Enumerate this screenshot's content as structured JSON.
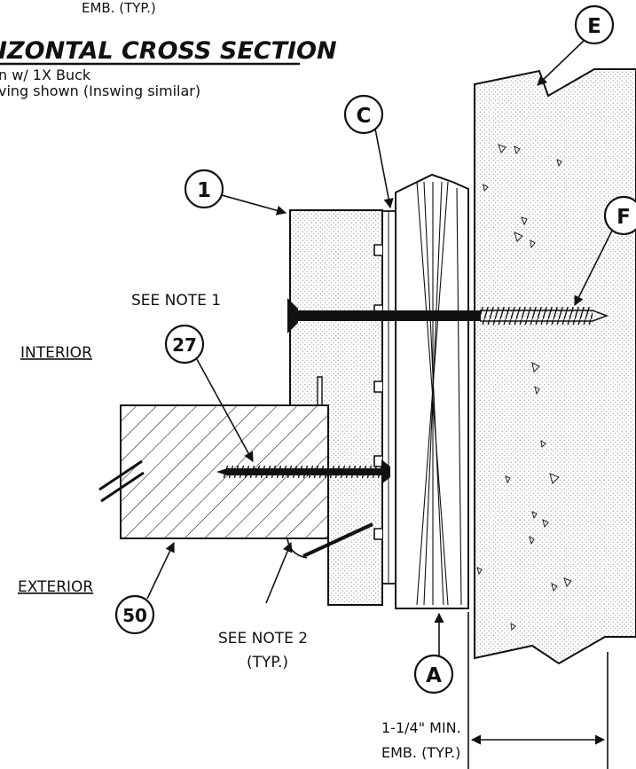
{
  "top_fragment": "EMB. (TYP.)",
  "title": "IZONTAL CROSS SECTION",
  "subtitle_line1": "n w/ 1X Buck",
  "subtitle_line2": "ving shown (Inswing similar)",
  "labels": {
    "see_note_1": "SEE NOTE 1",
    "interior": "INTERIOR",
    "exterior": "EXTERIOR",
    "see_note_2": "SEE NOTE 2",
    "typ": "(TYP.)",
    "embed_line1": "1-1/4\" MIN.",
    "embed_line2": "EMB. (TYP.)"
  },
  "callouts": {
    "c1": "1",
    "c27": "27",
    "c50": "50",
    "cA": "A",
    "cC": "C",
    "cE": "E",
    "cF": "F"
  }
}
